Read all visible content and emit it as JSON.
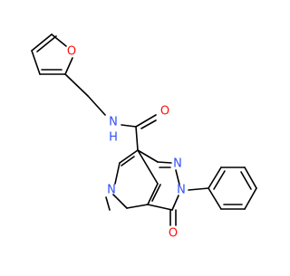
{
  "molecule": {
    "atoms": {
      "furan_oxygen": "O",
      "amide_nitrogen": "N",
      "amide_hydrogen": "H",
      "carbonyl_oxygen": "O",
      "pyrazole_n1": "N",
      "pyrazole_n2": "N",
      "pyridine_nitrogen": "N",
      "ketone_oxygen": "O"
    },
    "colors": {
      "bond": "#000000",
      "oxygen": "#ff0d0d",
      "nitrogen": "#3050f8"
    }
  }
}
